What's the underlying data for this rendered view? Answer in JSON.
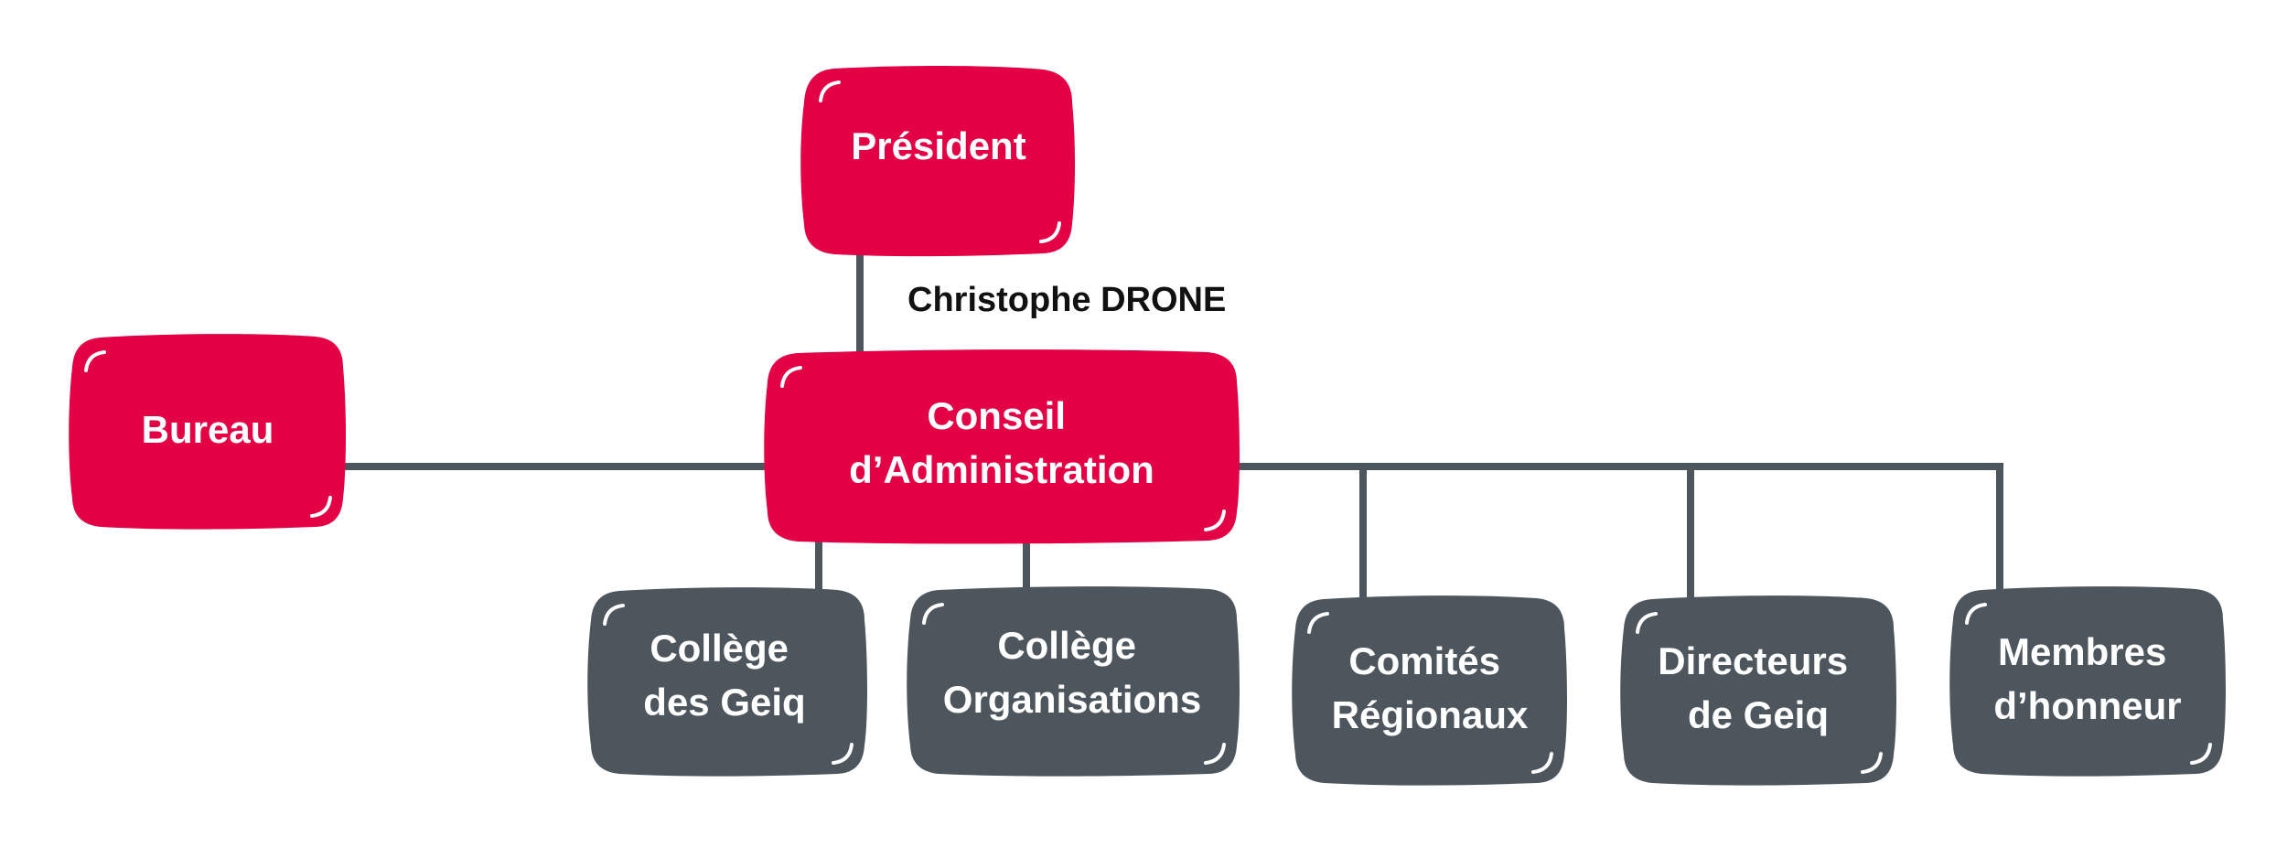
{
  "colors": {
    "accent": "#E30045",
    "dark": "#4D565D",
    "line": "#4D565D",
    "text_on_box": "#FFFFFF",
    "person_text": "#111111"
  },
  "president": {
    "label": [
      "Président"
    ],
    "person": "Christophe DRONE"
  },
  "conseil": {
    "label": [
      "Conseil",
      "d’Administration"
    ]
  },
  "bureau": {
    "label": [
      "Bureau"
    ]
  },
  "members": [
    {
      "label": [
        "Collège",
        "des Geiq"
      ]
    },
    {
      "label": [
        "Collège",
        "Organisations"
      ]
    },
    {
      "label": [
        "Comités",
        "Régionaux"
      ]
    },
    {
      "label": [
        "Directeurs",
        "de Geiq"
      ]
    },
    {
      "label": [
        "Membres",
        "d’honneur"
      ]
    }
  ]
}
